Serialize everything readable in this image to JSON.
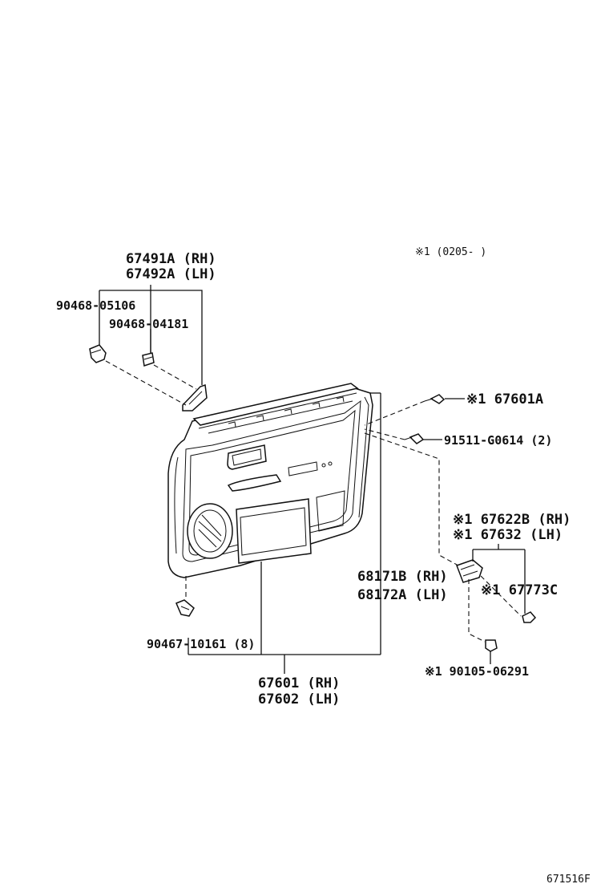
{
  "diagram": {
    "note": "※1 (0205-     )",
    "footer_code": "671516F",
    "labels": {
      "p67491A": "67491A (RH)",
      "p67492A": "67492A (LH)",
      "p90468_05106": "90468-05106",
      "p90468_04181": "90468-04181",
      "p67601A": "※1 67601A",
      "p91511": "91511-G0614 (2)",
      "p67622B": "※1 67622B (RH)",
      "p67632": "※1 67632 (LH)",
      "p68171B": "68171B (RH)",
      "p68172A": "68172A (LH)",
      "p67773C": "※1 67773C",
      "p90467": "90467-10161 (8)",
      "p90105": "※1 90105-06291",
      "p67601": "67601 (RH)",
      "p67602": "67602 (LH)"
    }
  }
}
